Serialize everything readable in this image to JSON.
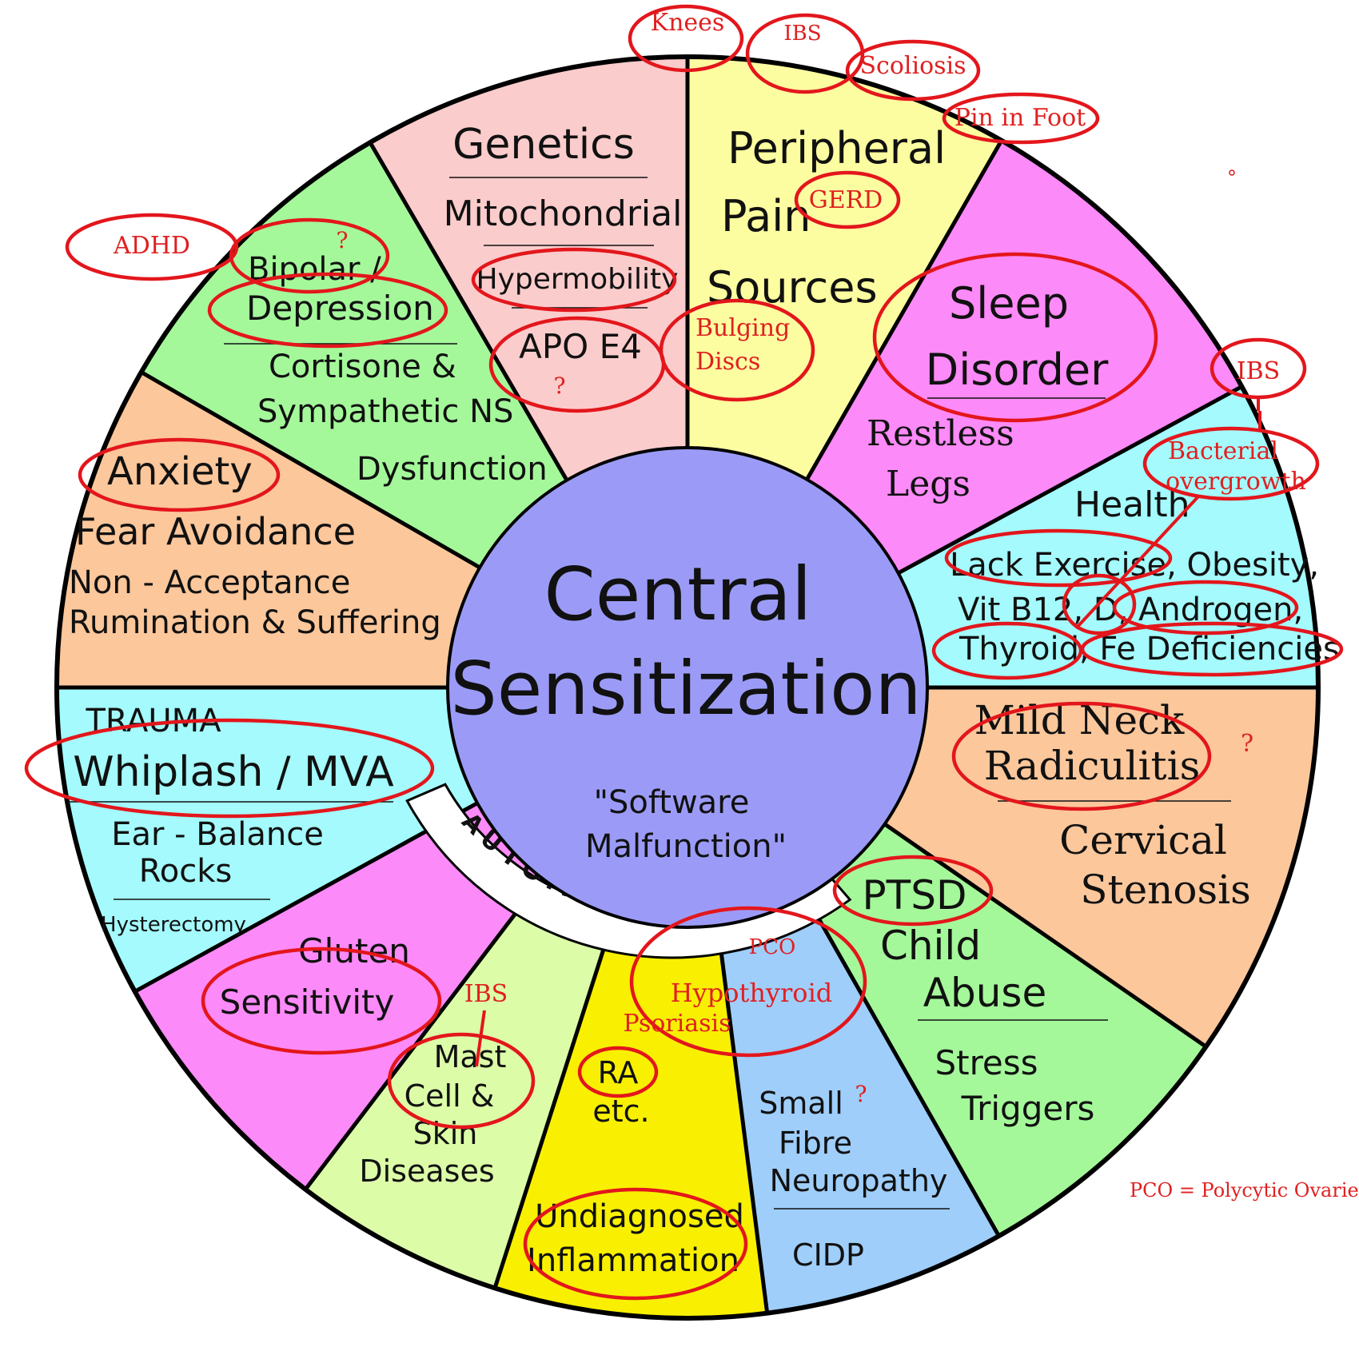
{
  "colors": {
    "center": "#9b9bf7",
    "pink": "#fbcccc",
    "yellow": "#fcfca0",
    "magenta": "#fc8af8",
    "cyan": "#a4fafc",
    "peach": "#fbc79b",
    "green": "#a4f89a",
    "blue": "#9fcefa",
    "gold": "#f8f000",
    "lightgreen": "#dcfca8",
    "annotation": "#e3161c"
  },
  "center": {
    "title_line1": "Central",
    "title_line2": "Sensitization",
    "subtitle_line1": "\"Software",
    "subtitle_line2": "Malfunction\"",
    "band_label": "AUTOIMMUNE"
  },
  "segments": {
    "genetics": {
      "title": "Genetics",
      "item1": "Mitochondrial",
      "item2": "Hypermobility",
      "item3": "APO E4"
    },
    "peripheral": {
      "line1": "Peripheral",
      "line2": "Pain",
      "line3": "Sources"
    },
    "sleep": {
      "line1": "Sleep",
      "line2": "Disorder",
      "item1": "Restless",
      "item2": "Legs"
    },
    "health": {
      "title": "Health",
      "line1": "Lack Exercise, Obesity,",
      "line2": "Vit B12, D, Androgen,",
      "line3": "Thyroid, Fe Deficiencies"
    },
    "neck": {
      "line1": "Mild Neck",
      "line2": "Radiculitis",
      "item1": "Cervical",
      "item2": "Stenosis"
    },
    "ptsd": {
      "title": "PTSD",
      "line2": "Child",
      "line3": "Abuse",
      "item1": "Stress",
      "item2": "Triggers"
    },
    "small_fibre": {
      "line1": "Small",
      "line2": "Fibre",
      "line3": "Neuropathy",
      "item1": "CIDP"
    },
    "inflammation": {
      "line1": "RA",
      "line2": "etc.",
      "line3": "Undiagnosed",
      "line4": "Inflammation"
    },
    "mast": {
      "line1": "Mast",
      "line2": "Cell &",
      "line3": "Skin",
      "line4": "Diseases"
    },
    "gluten": {
      "line1": "Gluten",
      "line2": "Sensitivity"
    },
    "trauma": {
      "title": "TRAUMA",
      "line1": "Whiplash / MVA",
      "line2": "Ear -  Balance",
      "line3": "Rocks",
      "item1": "Hysterectomy"
    },
    "anxiety": {
      "line1": "Anxiety",
      "line2": "Fear  Avoidance",
      "line3": "Non - Acceptance",
      "line4": "Rumination & Suffering"
    },
    "bipolar": {
      "line1": "Bipolar /",
      "line2": "Depression",
      "item1": "Cortisone &",
      "item2": "Sympathetic NS",
      "item3": "Dysfunction"
    }
  },
  "annotations": {
    "knees": "Knees",
    "ibs_top": "IBS",
    "scoliosis": "Scoliosis",
    "pin_in_foot": "Pin in Foot",
    "gerd": "GERD",
    "bulging1": "Bulging",
    "bulging2": "Discs",
    "adhd": "ADHD",
    "ibs_right": "IBS",
    "bacterial1": "Bacterial",
    "bacterial2": "overgrowth",
    "q1": "?",
    "q2": "?",
    "q3": "?",
    "q4": "?",
    "pco": "PCO",
    "hypothyroid": "Hypothyroid",
    "psoriasis": "Psoriasis",
    "ibs_bottom": "IBS",
    "pco_legend": "PCO = Polycytic Ovaries"
  }
}
